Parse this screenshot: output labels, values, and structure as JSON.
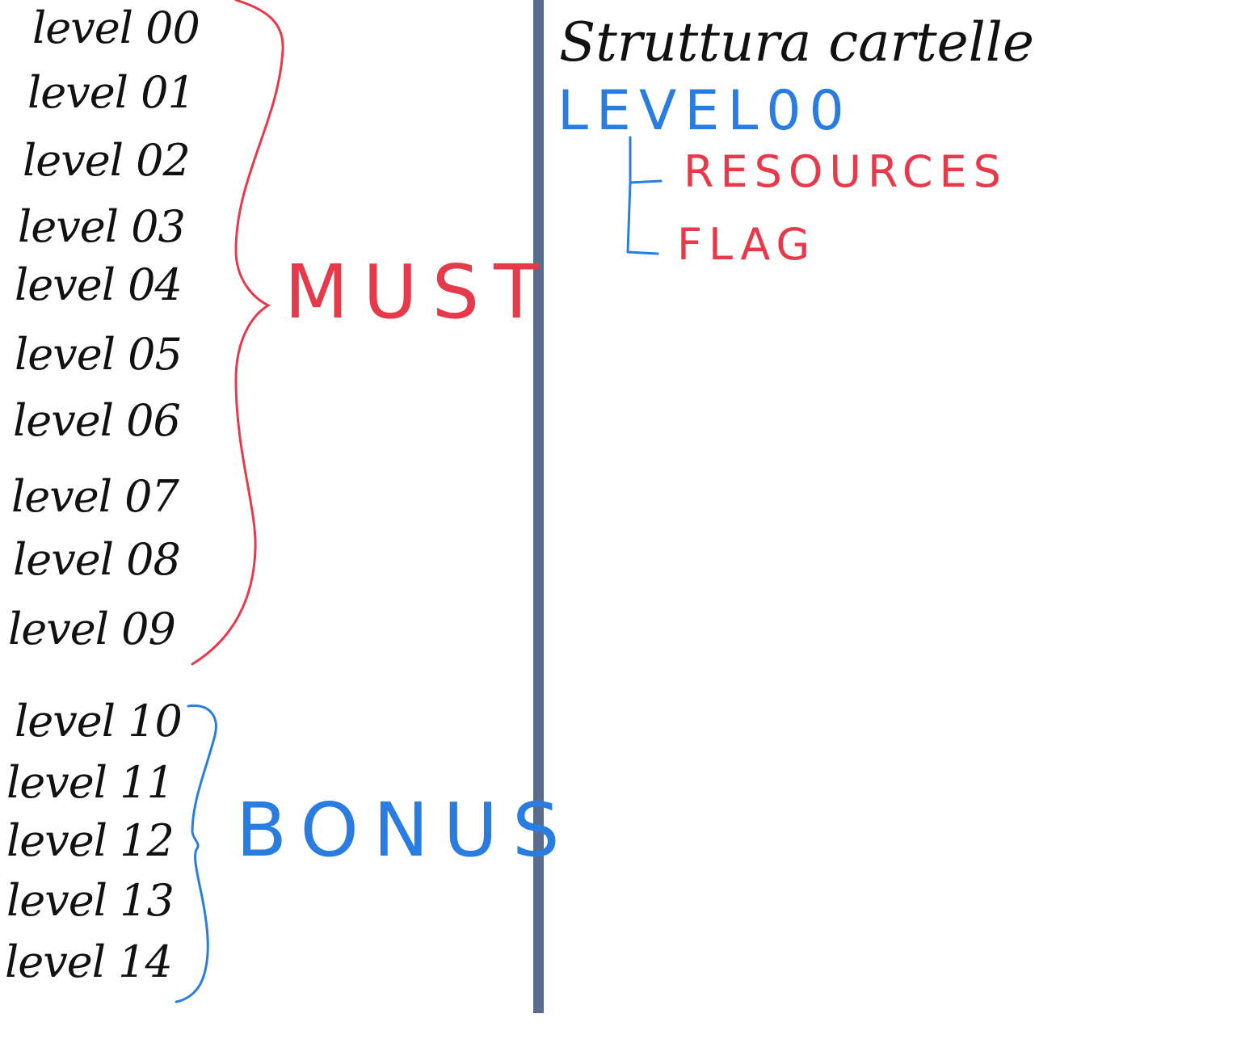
{
  "levels": {
    "must": [
      "level 00",
      "level 01",
      "level 02",
      "level 03",
      "level 04",
      "level 05",
      "level 06",
      "level 07",
      "level 08",
      "level 09"
    ],
    "bonus": [
      "level 10",
      "level 11",
      "level 12",
      "level 13",
      "level 14"
    ]
  },
  "groups": {
    "must_label": "MUST",
    "bonus_label": "BONUS"
  },
  "structure": {
    "title": "Struttura cartelle",
    "root": "LEVEL00",
    "children": [
      "RESOURCES",
      "FLAG"
    ]
  },
  "colors": {
    "must": "#e8394a",
    "bonus": "#2a7de0",
    "ink": "#111111",
    "divider": "#5a6b8c"
  }
}
